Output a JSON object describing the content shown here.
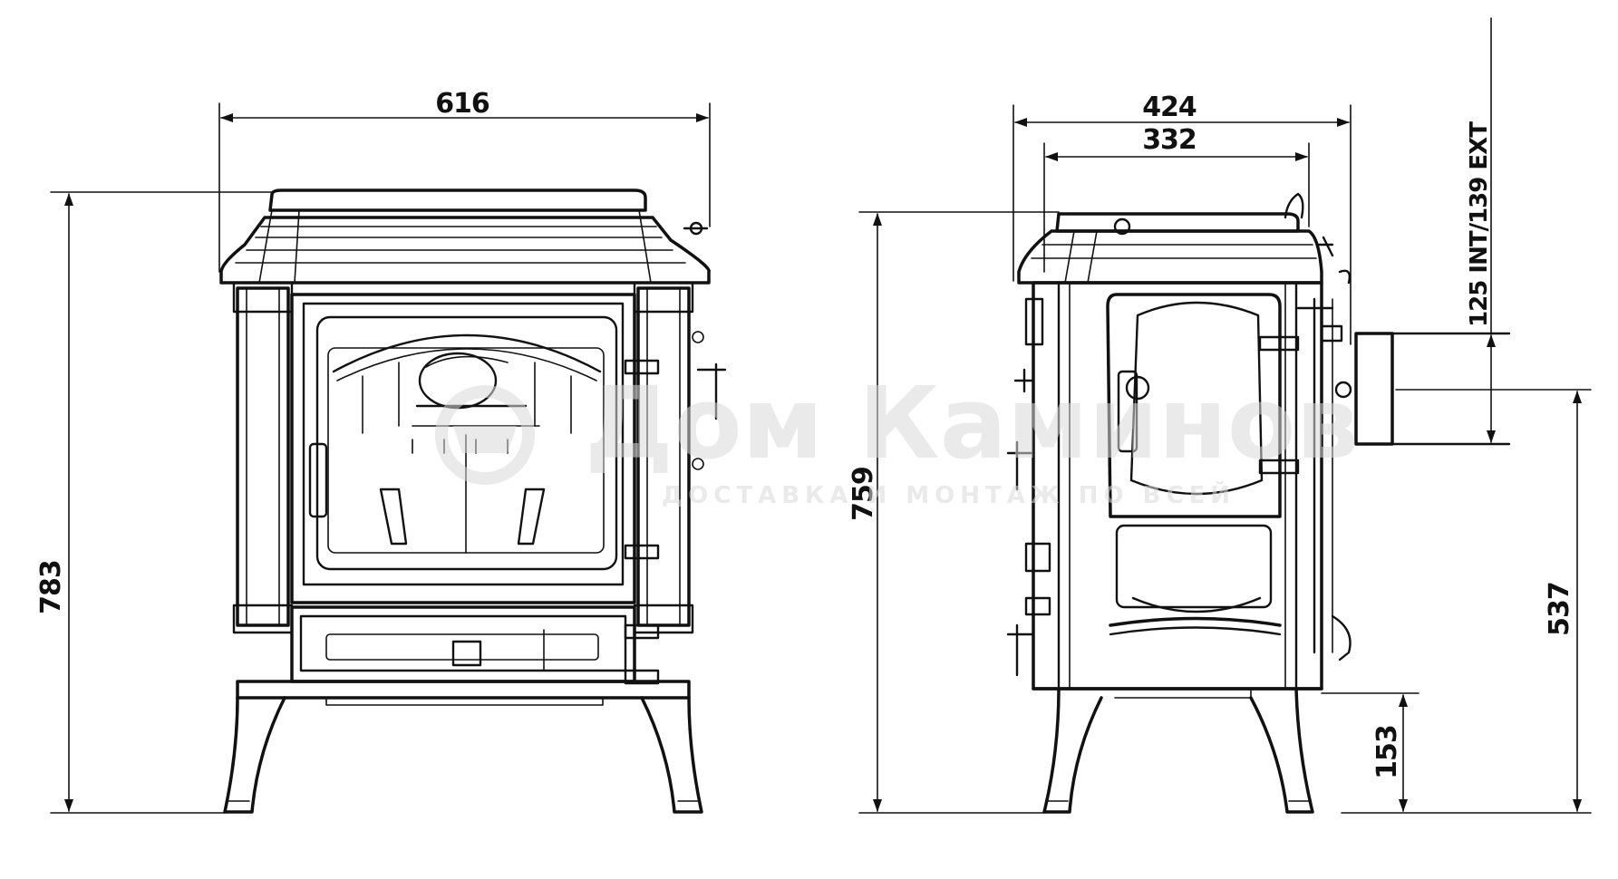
{
  "dimensions": {
    "front_width": "616",
    "front_height": "783",
    "side_depth": "424",
    "side_inner_depth": "332",
    "side_height": "759",
    "flue_diameter": "125 INT/139 EXT",
    "flue_center_height": "537",
    "leg_height": "153"
  },
  "watermark": {
    "text": "Дом Каминов",
    "subtext": "ДОСТАВКА И МОНТАЖ ПО ВСЕЙ"
  },
  "colors": {
    "line": "#111111",
    "background": "#ffffff",
    "watermark": "#d9d9d9"
  }
}
